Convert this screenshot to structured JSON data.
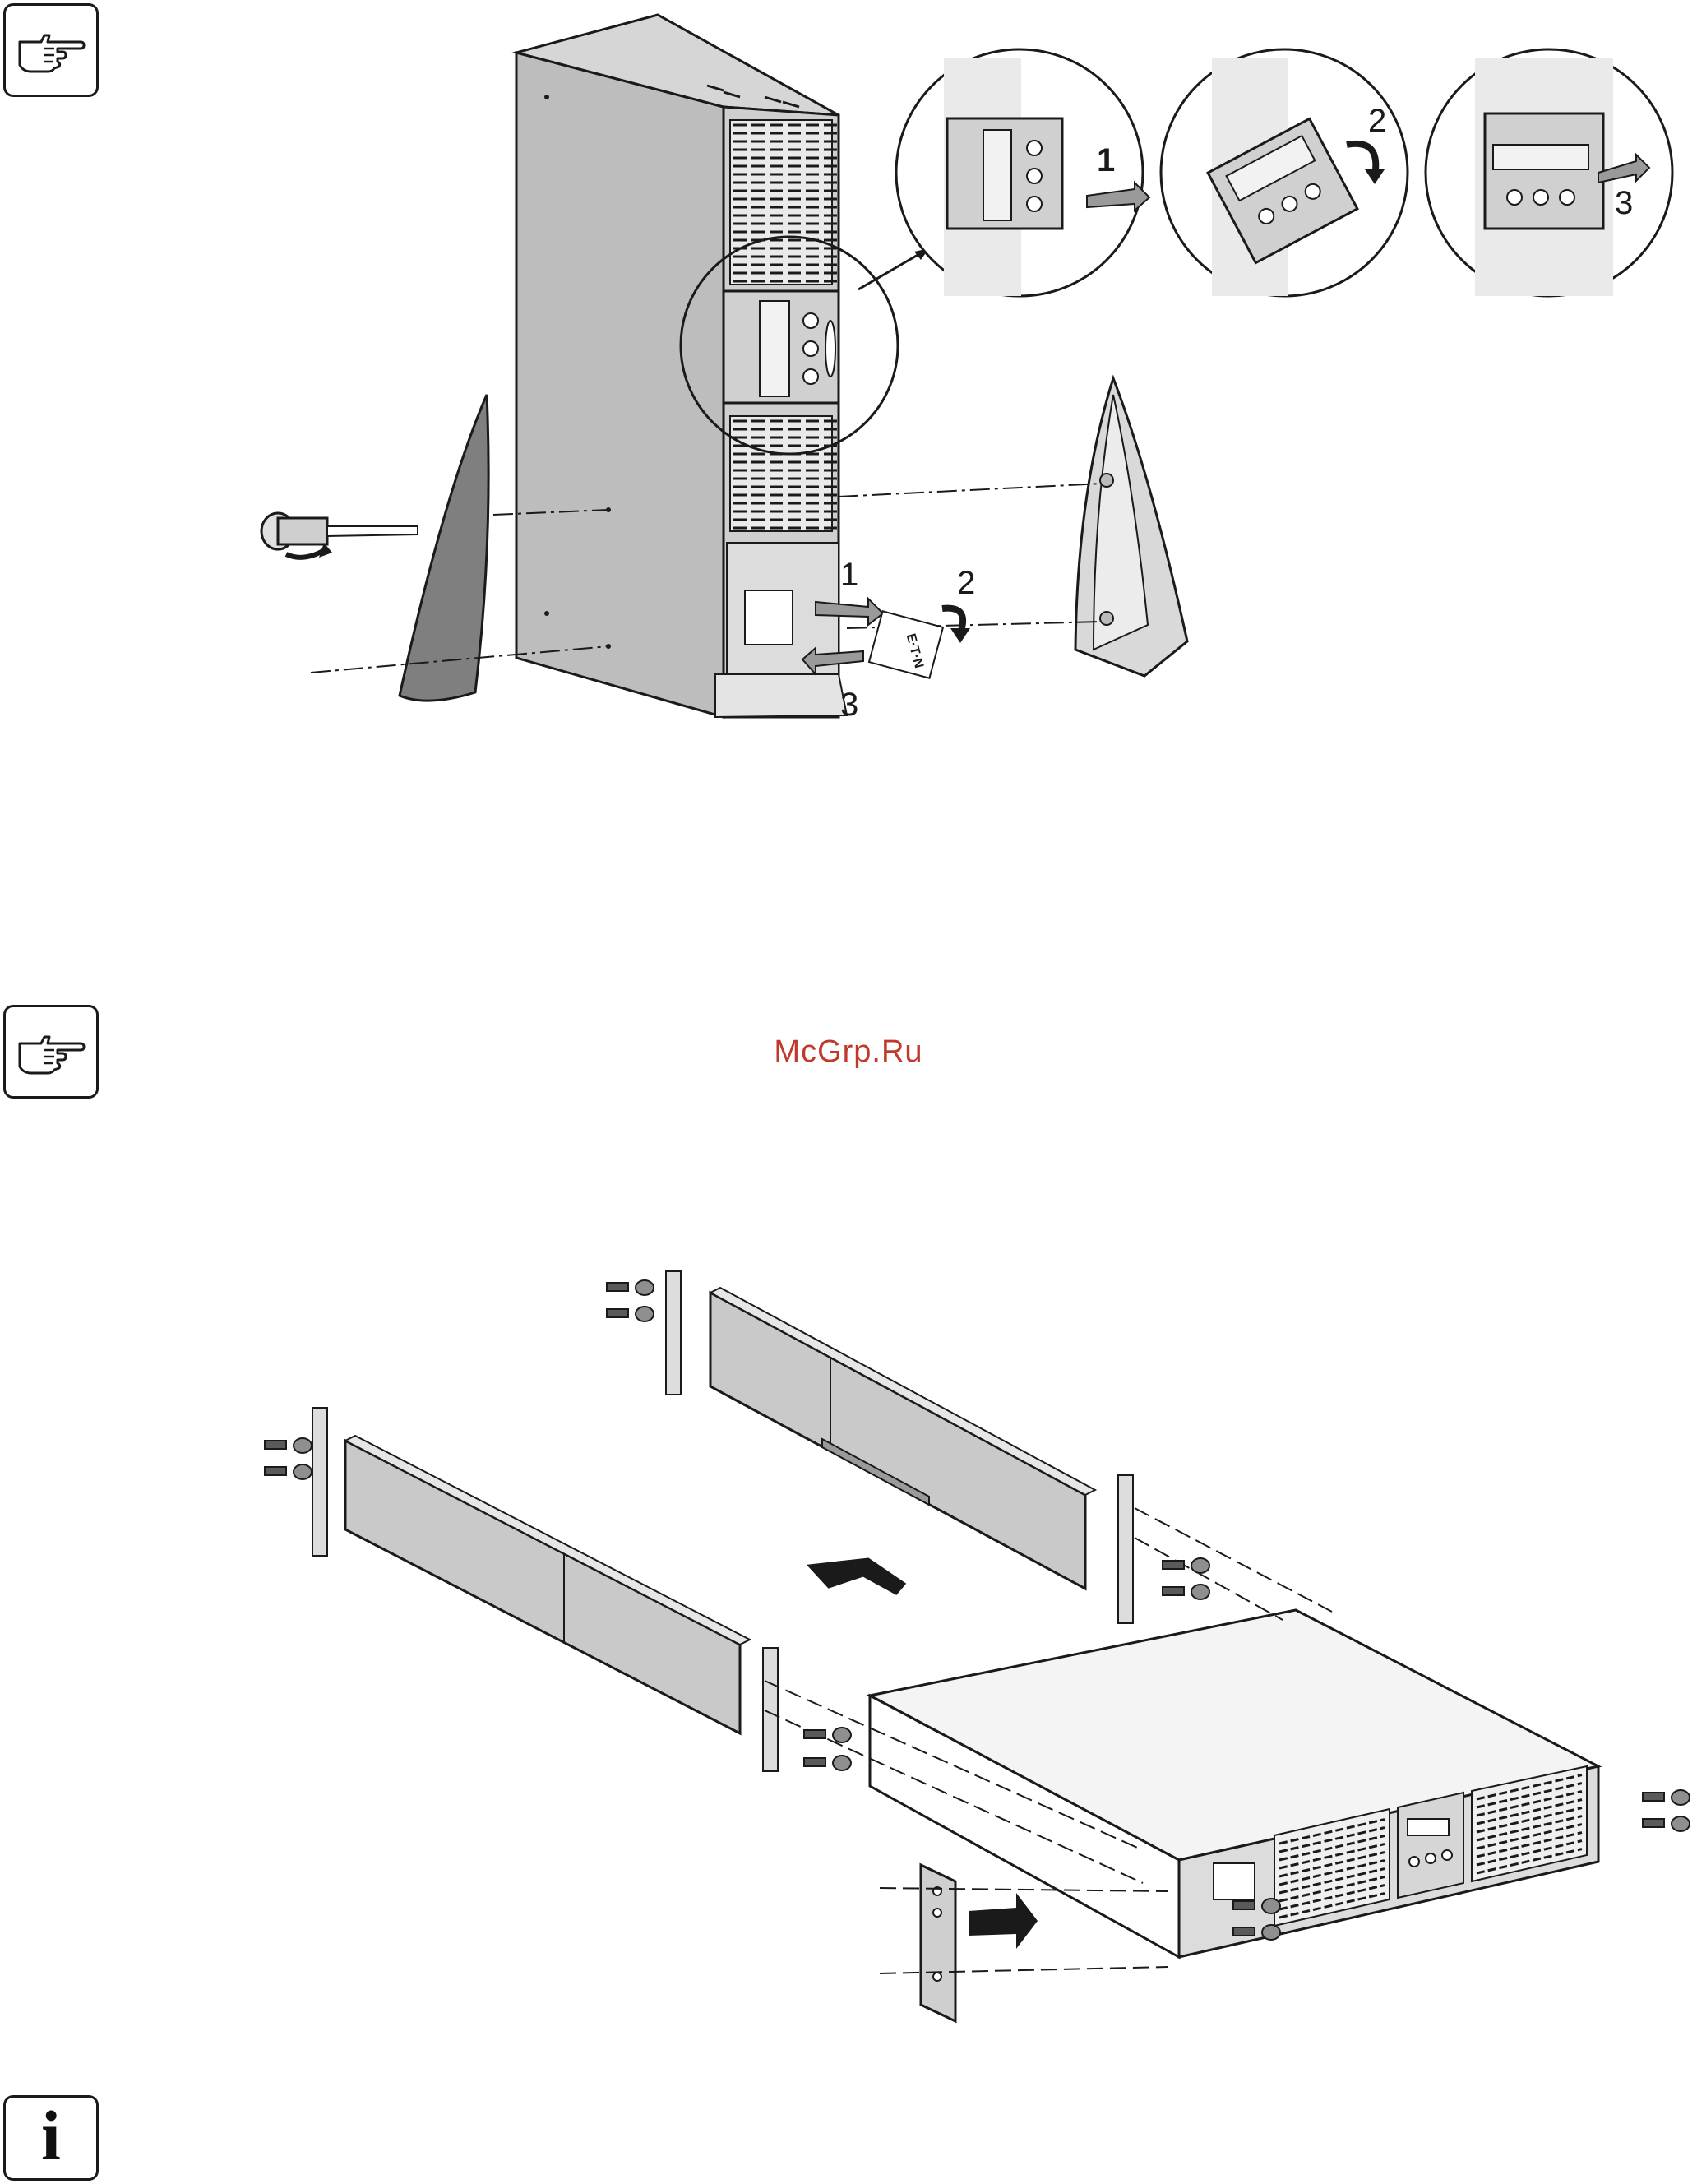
{
  "page": {
    "watermark": "McGrp.Ru"
  },
  "icons": {
    "note_top": "pointing-hand-icon",
    "note_mid": "pointing-hand-icon",
    "info_bottom": "info-icon",
    "info_letter": "i"
  },
  "figure_tower": {
    "step_labels_detail": [
      "1",
      "2",
      "3"
    ],
    "step_labels_base": [
      "1",
      "2",
      "3"
    ],
    "badge_text": "E·T·N"
  },
  "colors": {
    "ink": "#1a1a1a",
    "panel": "#bdbdbd",
    "panel_dark": "#8f8f8f",
    "watermark": "#c0392b"
  }
}
